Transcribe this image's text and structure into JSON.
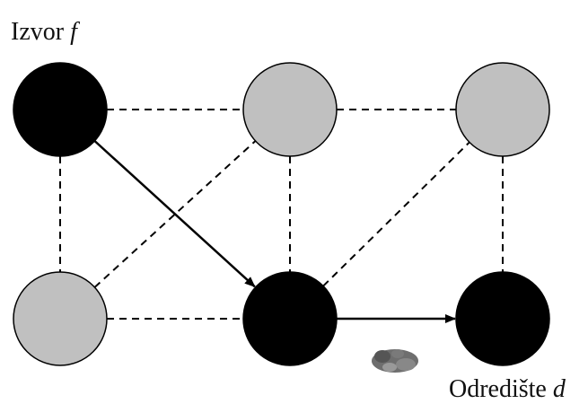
{
  "labels": {
    "source_text": "Izvor",
    "source_var": "f",
    "dest_text": "Odredište",
    "dest_var": "d"
  },
  "colors": {
    "black_node": "#000000",
    "gray_node": "#c0c0c0",
    "edge": "#000000"
  },
  "nodes": [
    {
      "id": "n1",
      "fill": "black"
    },
    {
      "id": "n2",
      "fill": "gray"
    },
    {
      "id": "n3",
      "fill": "gray"
    },
    {
      "id": "n4",
      "fill": "gray"
    },
    {
      "id": "n5",
      "fill": "black"
    },
    {
      "id": "n6",
      "fill": "black"
    }
  ],
  "edges": [
    {
      "from": "n1",
      "to": "n2",
      "style": "dashed"
    },
    {
      "from": "n2",
      "to": "n3",
      "style": "dashed"
    },
    {
      "from": "n1",
      "to": "n4",
      "style": "dashed"
    },
    {
      "from": "n2",
      "to": "n5",
      "style": "dashed"
    },
    {
      "from": "n3",
      "to": "n6",
      "style": "dashed"
    },
    {
      "from": "n4",
      "to": "n5",
      "style": "dashed"
    },
    {
      "from": "n4",
      "to": "n2",
      "style": "dashed"
    },
    {
      "from": "n5",
      "to": "n3",
      "style": "dashed"
    },
    {
      "from": "n1",
      "to": "n5",
      "style": "arrow"
    },
    {
      "from": "n5",
      "to": "n6",
      "style": "arrow"
    }
  ]
}
